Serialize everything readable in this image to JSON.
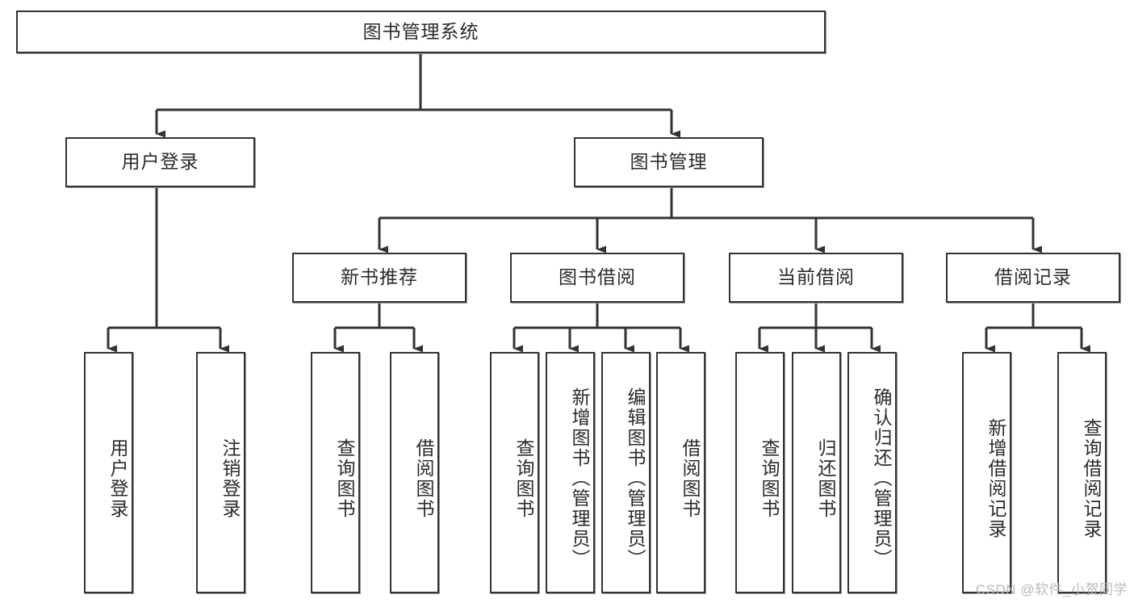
{
  "diagram": {
    "title_node": {
      "label": "图书管理系统"
    },
    "level2": [
      {
        "id": "user-login",
        "label": "用户登录"
      },
      {
        "id": "book-management",
        "label": "图书管理"
      }
    ],
    "level3": [
      {
        "id": "new-book-recommend",
        "label": "新书推荐"
      },
      {
        "id": "book-borrow",
        "label": "图书借阅"
      },
      {
        "id": "current-borrow",
        "label": "当前借阅"
      },
      {
        "id": "borrow-record",
        "label": "借阅记录"
      }
    ],
    "leaves": [
      {
        "id": "leaf-user-login",
        "label": "用户登录"
      },
      {
        "id": "leaf-logout-login",
        "label": "注销登录"
      },
      {
        "id": "leaf-query-book-1",
        "label": "查询图书"
      },
      {
        "id": "leaf-borrow-book-1",
        "label": "借阅图书"
      },
      {
        "id": "leaf-query-book-2",
        "label": "查询图书"
      },
      {
        "id": "leaf-add-book",
        "label": "新增图书（管理员）"
      },
      {
        "id": "leaf-edit-book",
        "label": "编辑图书（管理员）"
      },
      {
        "id": "leaf-borrow-book-2",
        "label": "借阅图书"
      },
      {
        "id": "leaf-query-book-3",
        "label": "查询图书"
      },
      {
        "id": "leaf-return-book",
        "label": "归还图书"
      },
      {
        "id": "leaf-confirm-return",
        "label": "确认归还（管理员）"
      },
      {
        "id": "leaf-add-record",
        "label": "新增借阅记录"
      },
      {
        "id": "leaf-query-record",
        "label": "查询借阅记录"
      }
    ],
    "colors": {
      "box_border": "#333333",
      "box_fill": "#ffffff",
      "connector": "#333333",
      "text": "#2b2b2b",
      "watermark": "#b9b9b9"
    }
  },
  "watermark": {
    "text": "CSDN @软件_小贺同学"
  }
}
